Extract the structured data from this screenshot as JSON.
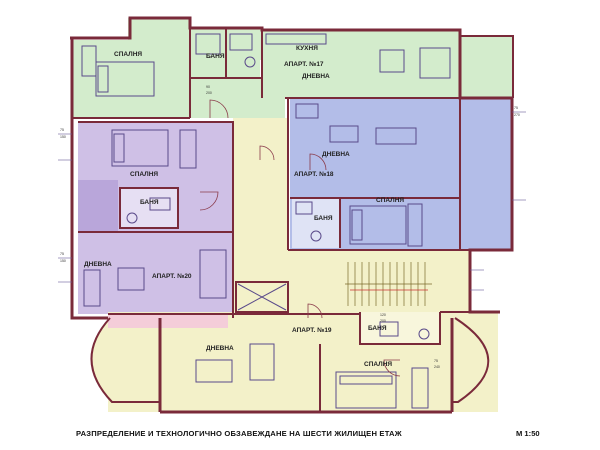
{
  "caption": "РАЗПРЕДЕЛЕНИЕ И ТЕХНОЛОГИЧНО ОБЗАВЕЖДАНЕ НА ШЕСТИ ЖИЛИЩЕН ЕТАЖ",
  "scale": "М 1:50",
  "rooms": {
    "apt17_kitchen": "КУХНЯ",
    "apt17_name": "АПАРТ. №17",
    "apt17_living": "ДНЕВНА",
    "apt17_bedroom": "СПАЛНЯ",
    "apt17_bath": "БАНЯ",
    "apt18_living": "ДНЕВНА",
    "apt18_name": "АПАРТ. №18",
    "apt18_bedroom": "СПАЛНЯ",
    "apt18_bath": "БАНЯ",
    "apt20_bedroom": "СПАЛНЯ",
    "apt20_bath": "БАНЯ",
    "apt20_living": "ДНЕВНА",
    "apt20_name": "АПАРТ. №20",
    "apt19_name": "АПАРТ. №19",
    "apt19_bath": "БАНЯ",
    "apt19_living": "ДНЕВНА",
    "apt19_bedroom": "СПАЛНЯ"
  },
  "dims": {
    "w_a": "75",
    "w_b": "150",
    "w_c": "270",
    "w_d": "90",
    "w_e": "200",
    "w_f": "120",
    "w_g": "240"
  },
  "colors": {
    "lilac": "#cfc0e6",
    "lilac_dark": "#b9a6da",
    "blue": "#b3bde8",
    "green": "#d3eccc",
    "yellow": "#f3f1c9",
    "pink": "#f4cdd9",
    "stair": "#f6f2b9",
    "wall": "#7a2a3a"
  }
}
